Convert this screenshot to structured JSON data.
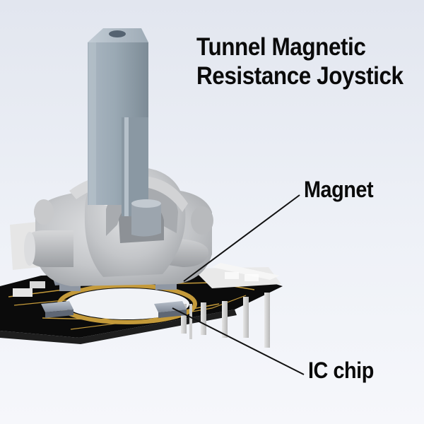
{
  "title": {
    "line1": "Tunnel Magnetic",
    "line2": "Resistance Joystick"
  },
  "labels": {
    "magnet": "Magnet",
    "ic_chip": "IC chip"
  },
  "colors": {
    "background": "#e8ebf2",
    "joystick_body": "#c4c6c9",
    "shaft": "#9aa9b4",
    "pcb": "#0b0b0b",
    "trace": "#c49a3a",
    "leader_line": "#111111"
  }
}
